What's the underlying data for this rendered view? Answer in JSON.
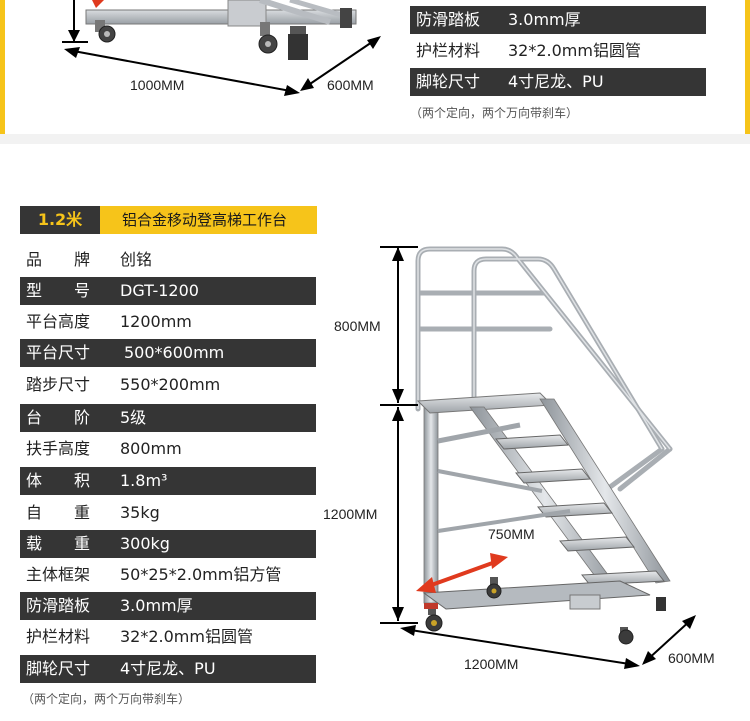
{
  "top_specs": [
    {
      "key": "防滑踏板",
      "value": "3.0mm厚",
      "style": "dark"
    },
    {
      "key": "护栏材料",
      "value": "32*2.0mm铝圆管",
      "style": "light"
    },
    {
      "key": "脚轮尺寸",
      "value": "4寸尼龙、PU",
      "style": "dark"
    }
  ],
  "top_note": "（两个定向，两个万向带刹车）",
  "top_dims": {
    "length": "1000MM",
    "width": "600MM"
  },
  "title": {
    "size": "1.2米",
    "name": "铝合金移动登高梯工作台"
  },
  "specs": [
    {
      "key": "品　　牌",
      "value": "创铭",
      "style": "light"
    },
    {
      "key": "型　　号",
      "value": "DGT-1200",
      "style": "dark"
    },
    {
      "key": "平台高度",
      "value": "1200mm",
      "style": "light"
    },
    {
      "key": "平台尺寸",
      "value": "500*600mm",
      "style": "dark"
    },
    {
      "key": "踏步尺寸",
      "value": "550*200mm",
      "style": "light"
    },
    {
      "key": "台　　阶",
      "value": "5级",
      "style": "dark"
    },
    {
      "key": "扶手高度",
      "value": "800mm",
      "style": "light"
    },
    {
      "key": "体　　积",
      "value": "1.8m³",
      "style": "dark"
    },
    {
      "key": "自　　重",
      "value": "35kg",
      "style": "light"
    },
    {
      "key": "载　　重",
      "value": "300kg",
      "style": "dark"
    },
    {
      "key": "主体框架",
      "value": "50*25*2.0mm铝方管",
      "style": "light"
    },
    {
      "key": "防滑踏板",
      "value": "3.0mm厚",
      "style": "dark"
    },
    {
      "key": "护栏材料",
      "value": "32*2.0mm铝圆管",
      "style": "light"
    },
    {
      "key": "脚轮尺寸",
      "value": "4寸尼龙、PU",
      "style": "dark"
    }
  ],
  "note": "（两个定向，两个万向带刹车）",
  "dims": {
    "handrail_height": "800MM",
    "platform_height": "1200MM",
    "depth": "750MM",
    "length": "1200MM",
    "width": "600MM"
  },
  "colors": {
    "accent": "#f6c41a",
    "dark": "#353535",
    "arrow": "#e03a1e"
  }
}
